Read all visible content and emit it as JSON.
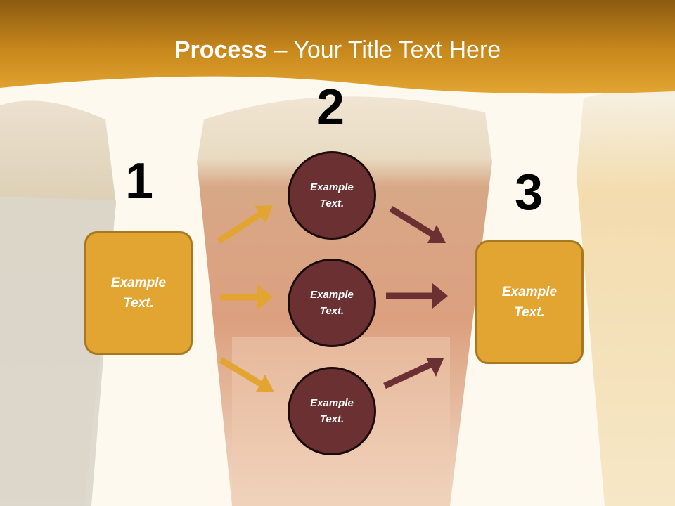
{
  "title": {
    "bold": "Process",
    "rest": " – Your Title Text Here"
  },
  "steps": {
    "one": "1",
    "two": "2",
    "three": "3"
  },
  "left_box": "Example Text.",
  "right_box": "Example Text.",
  "circles": [
    "Example Text.",
    "Example Text.",
    "Example Text."
  ],
  "colors": {
    "banner": "#d59a26",
    "box_fill": "#e2a532",
    "circle_fill": "#6b3032",
    "arrow_left": "#e2a532",
    "arrow_right": "#6b3032"
  }
}
